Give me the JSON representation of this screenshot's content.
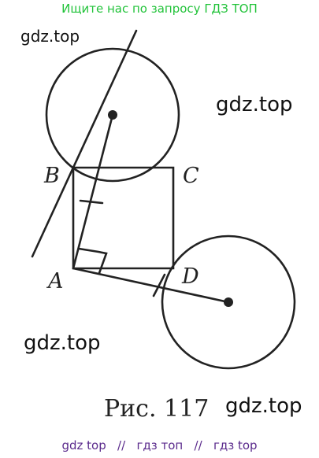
{
  "banner": {
    "text": "Ищите нас по запросу ГДЗ ТОП",
    "color": "#22c33a"
  },
  "watermarks": [
    "gdz.top",
    "gdz.top",
    "gdz.top",
    "gdz.top"
  ],
  "figure": {
    "points": {
      "A": "A",
      "B": "B",
      "C": "C",
      "D": "D"
    },
    "caption": "Рис. 117",
    "stroke_color": "#222222"
  },
  "footer": {
    "links": [
      "gdz top",
      "гдз топ",
      "гдз top"
    ],
    "separator": "//",
    "color": "#5a2a8c"
  }
}
